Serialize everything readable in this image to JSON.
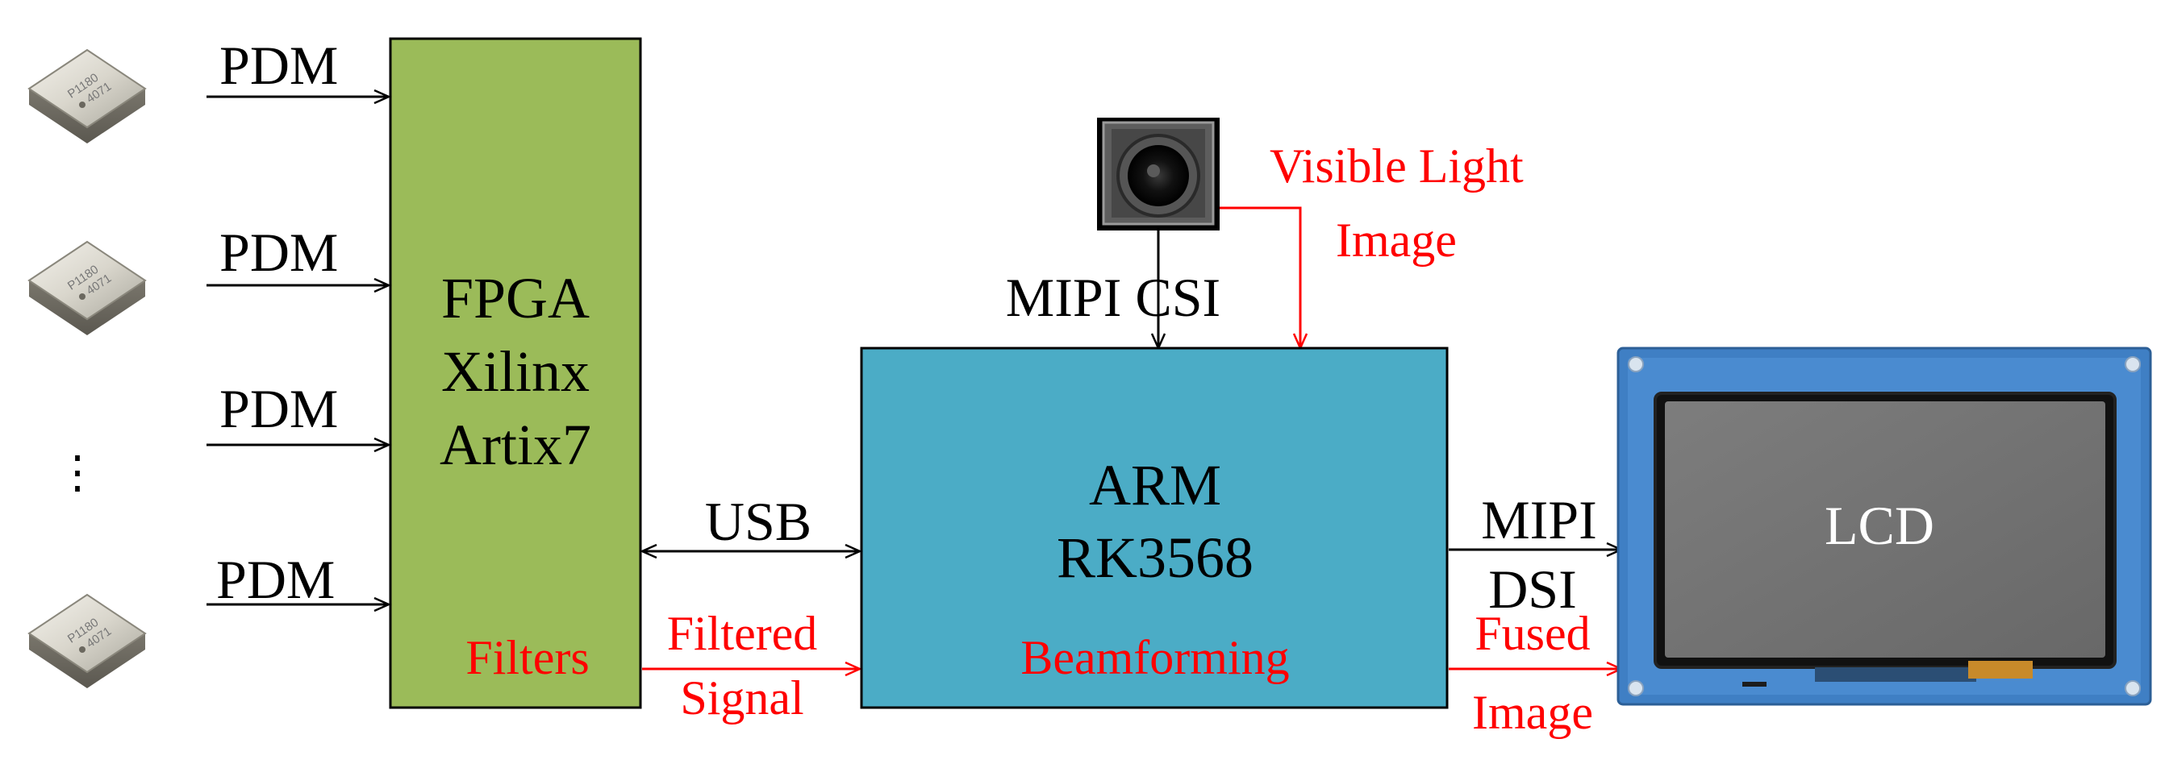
{
  "labels": {
    "pdm_1": "PDM",
    "pdm_2": "PDM",
    "pdm_3": "PDM",
    "pdm_4": "PDM",
    "ellipsis": "⋮",
    "usb": "USB",
    "filtered_line1": "Filtered",
    "filtered_line2": "Signal",
    "mipi_csi": "MIPI CSI",
    "visible_line1": "Visible Light",
    "visible_line2": "Image",
    "mipi": "MIPI",
    "dsi": "DSI",
    "fused_line1": "Fused",
    "fused_line2": "Image"
  },
  "fpga": {
    "line1": "FPGA",
    "line2": "Xilinx",
    "line3": "Artix7",
    "filters": "Filters"
  },
  "arm": {
    "line1": "ARM",
    "line2": "RK3568",
    "beamforming": "Beamforming"
  },
  "lcd": {
    "label": "LCD"
  },
  "mic_marking": {
    "line1": "P1180",
    "line2": "4071"
  },
  "colors": {
    "fpga_fill": "#9bbb59",
    "arm_fill": "#4bacc6",
    "red": "#ff0000",
    "lcd_frame": "#3f7fc4",
    "lcd_screen": "#737373"
  }
}
